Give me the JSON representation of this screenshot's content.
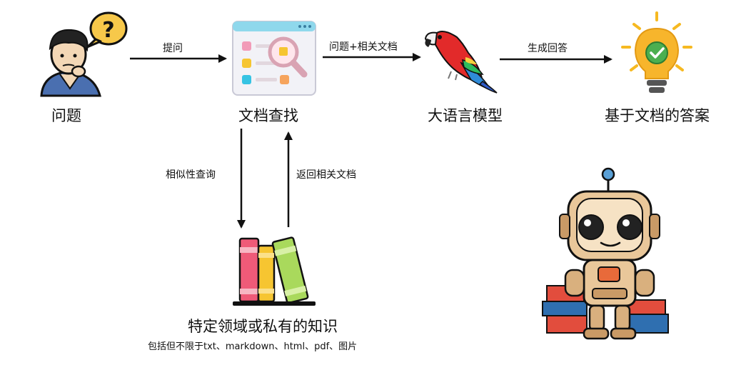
{
  "nodes": {
    "question": {
      "label": "问题",
      "icon": "thinking-person-icon"
    },
    "doc_search": {
      "label": "文档查找",
      "icon": "document-search-icon"
    },
    "llm": {
      "label": "大语言模型",
      "icon": "parrot-icon"
    },
    "answer": {
      "label": "基于文档的答案",
      "icon": "lightbulb-check-icon"
    },
    "knowledge": {
      "label": "特定领域或私有的知识",
      "sublabel": "包括但不限于txt、markdown、html、pdf、图片",
      "icon": "books-icon"
    },
    "robot": {
      "icon": "robot-reading-icon"
    }
  },
  "edges": {
    "ask": "提问",
    "question_docs": "问题+相关文档",
    "generate": "生成回答",
    "similarity_query": "相似性查询",
    "return_docs": "返回相关文档"
  }
}
